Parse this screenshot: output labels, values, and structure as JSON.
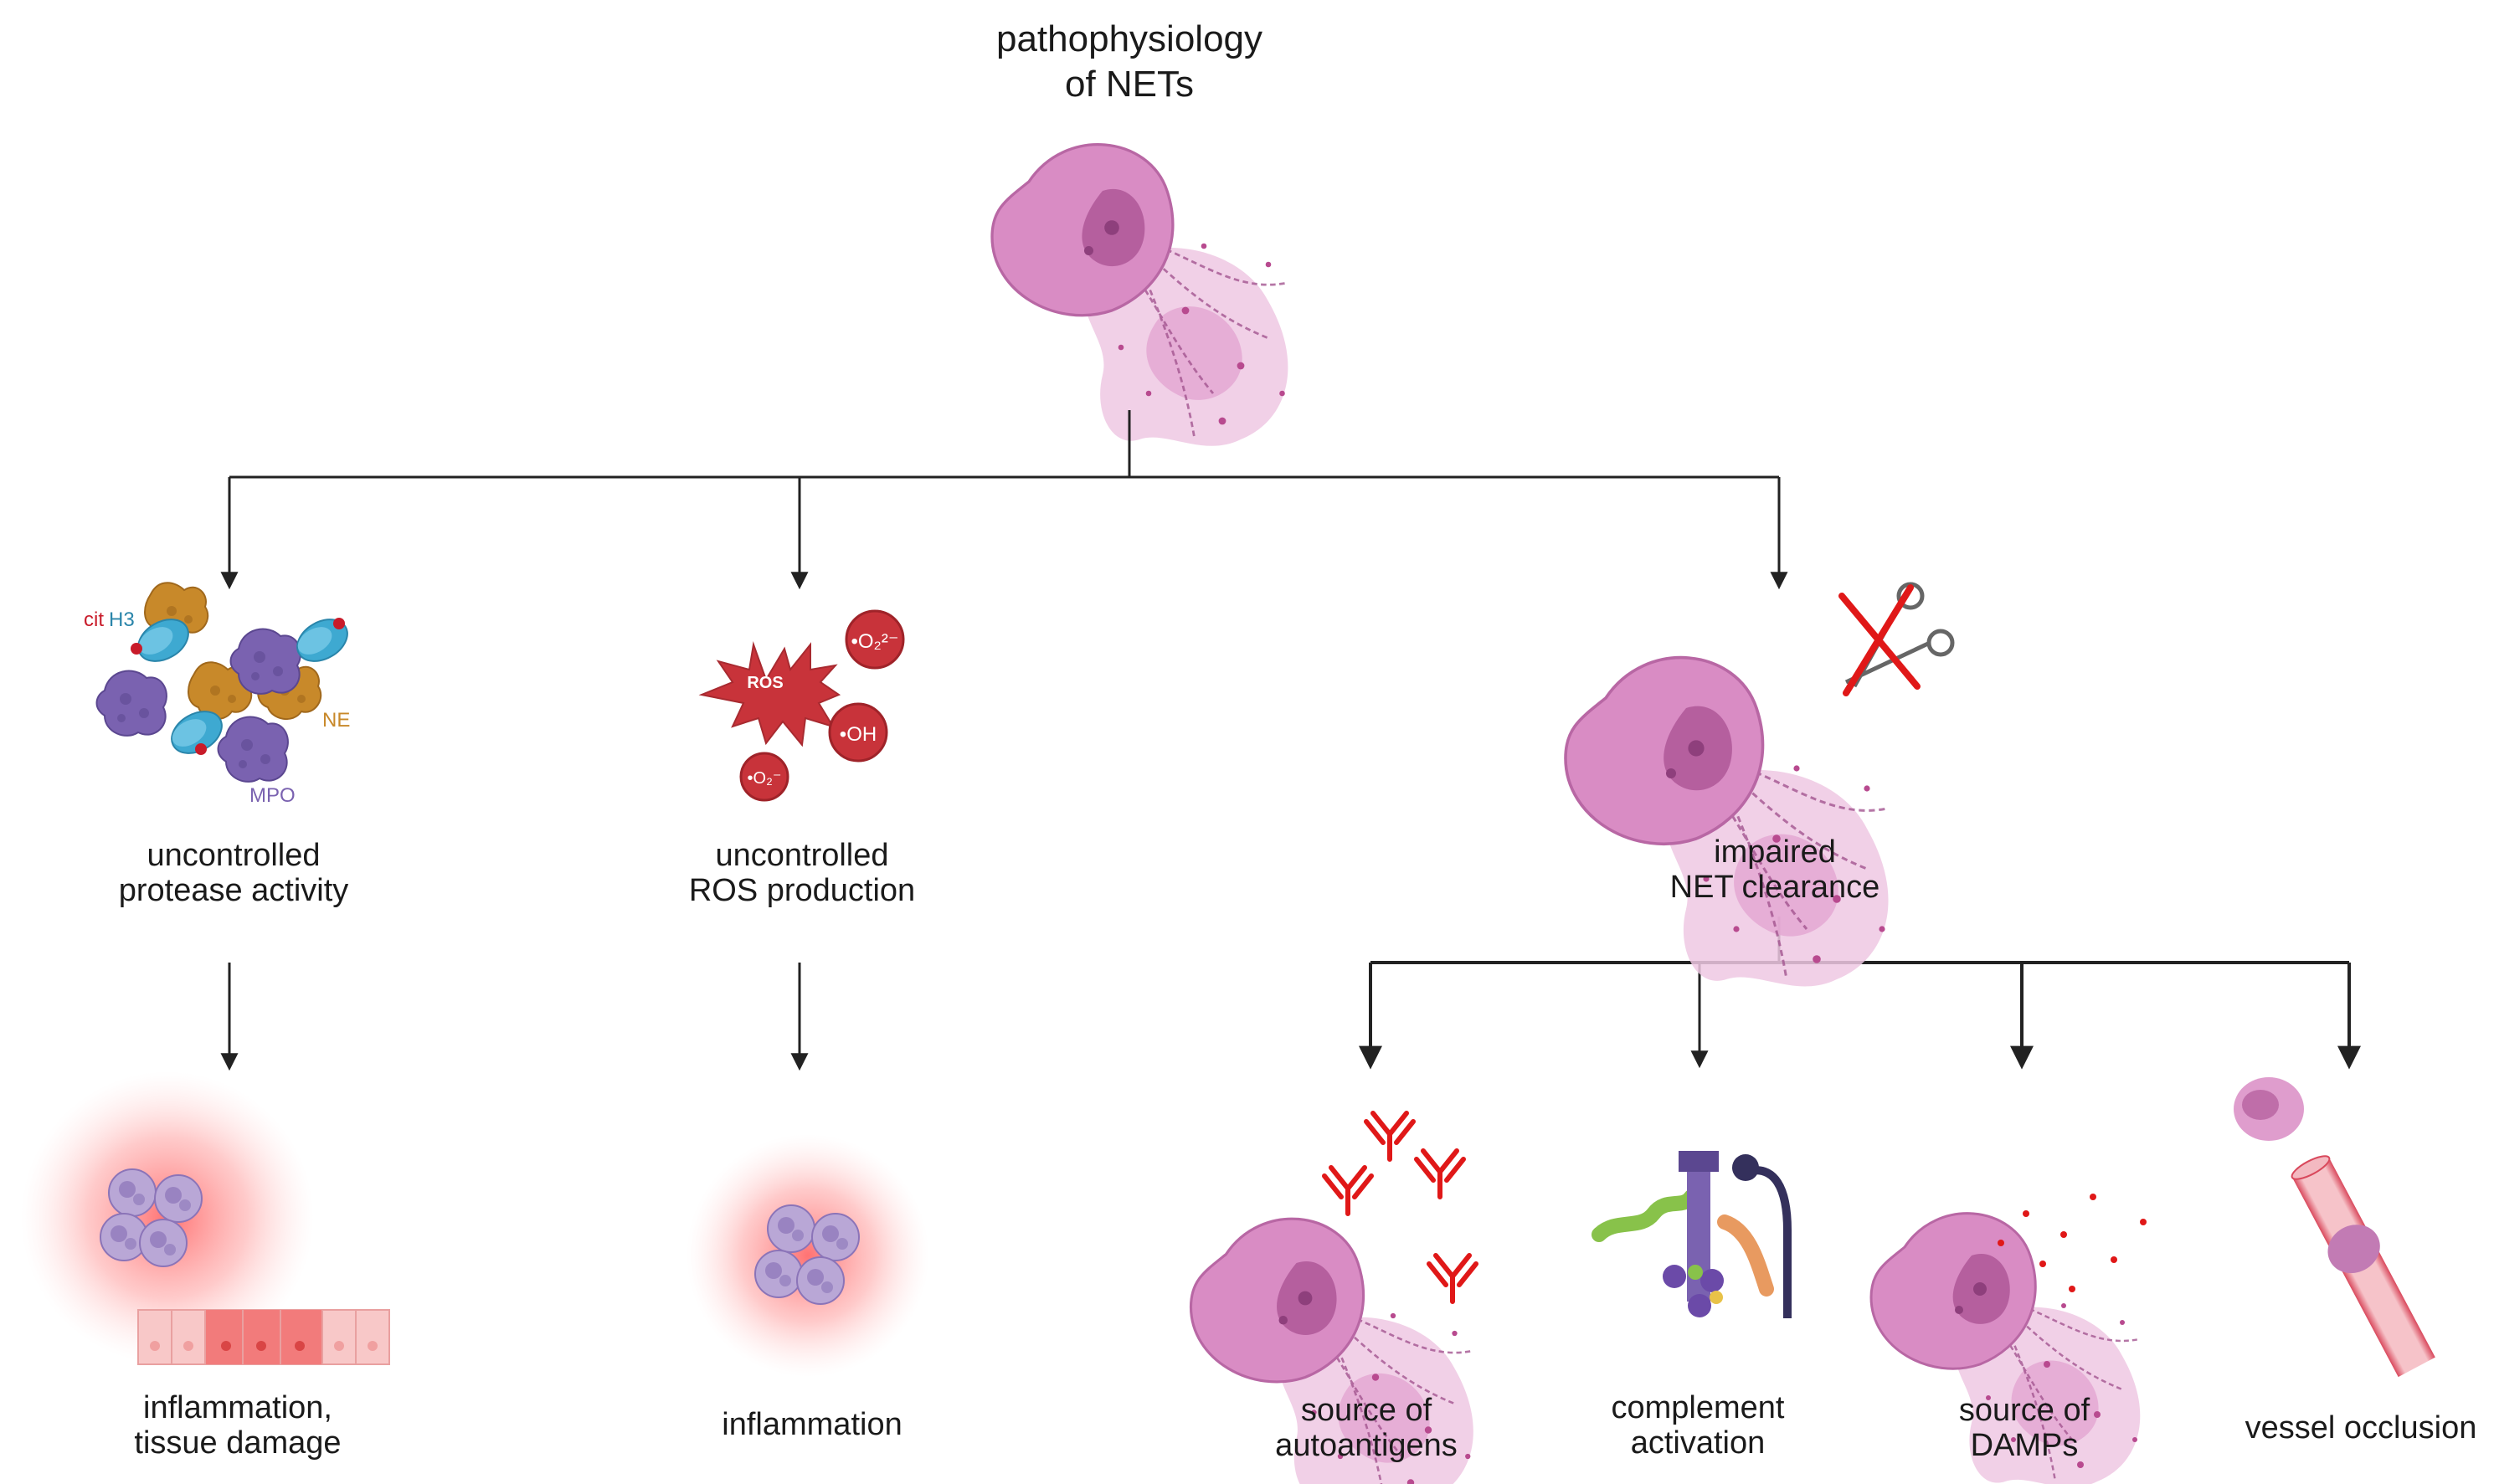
{
  "title": {
    "line1": "pathophysiology",
    "line2": "of NETs"
  },
  "branches": {
    "protease": {
      "line1": "uncontrolled",
      "line2": "protease activity",
      "molecules": {
        "cith3": "citH3",
        "ne": "NE",
        "mpo": "MPO"
      }
    },
    "ros": {
      "line1": "uncontrolled",
      "line2": "ROS production",
      "species": {
        "ros": "ROS",
        "superoxide_dianion": "•O₂²⁻",
        "hydroxyl": "•OH",
        "superoxide": "•O₂⁻"
      }
    },
    "clearance": {
      "line1": "impaired",
      "line2": "NET clearance"
    }
  },
  "outcomes": {
    "protease": {
      "line1": "inflammation,",
      "line2": "tissue damage"
    },
    "ros": {
      "line1": "inflammation"
    },
    "autoantigens": {
      "line1": "source of",
      "line2": "autoantigens"
    },
    "complement": {
      "line1": "complement",
      "line2": "activation"
    },
    "damps": {
      "line1": "source of",
      "line2": "DAMPs"
    },
    "vessel": {
      "line1": "vessel occlusion"
    }
  },
  "colors": {
    "net_pink": "#d98cc4",
    "net_light": "#efc8e3",
    "nucleus": "#b05a9a",
    "ne_orange": "#c8892a",
    "mpo_purple": "#7a62b0",
    "cith3_cyan": "#3ea9d1",
    "ros_red": "#c8333a",
    "inflammation_glow": "#ff6b6b",
    "arrow": "#222222",
    "scissors_x": "#e01818"
  }
}
